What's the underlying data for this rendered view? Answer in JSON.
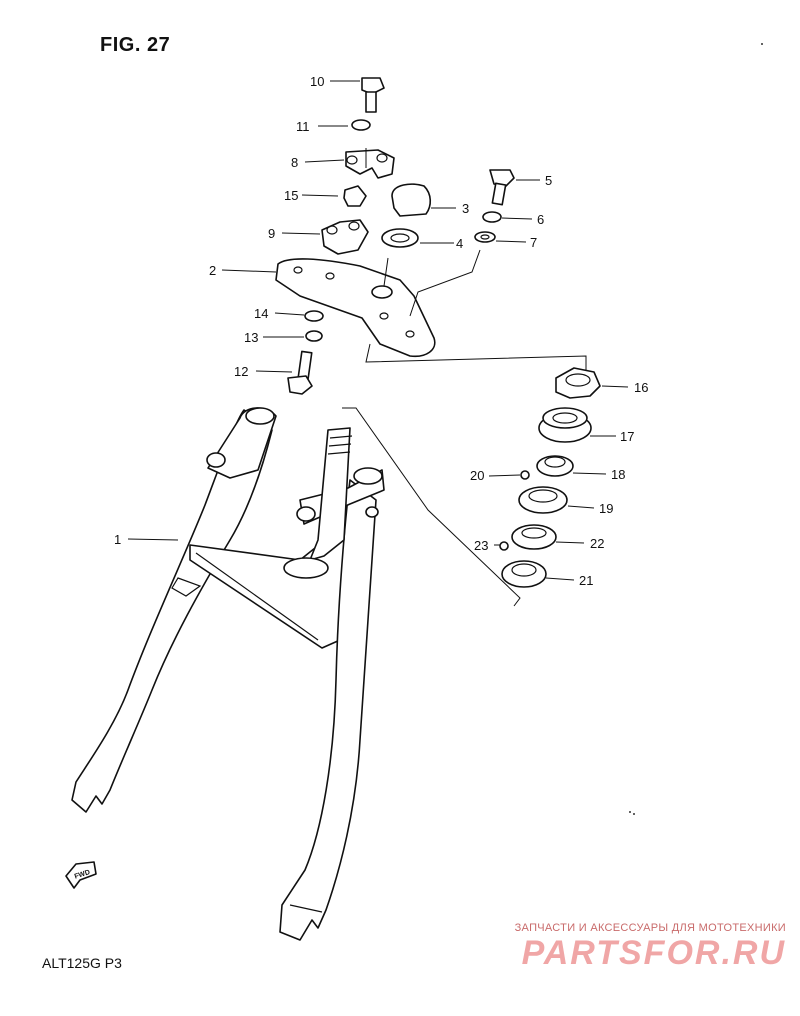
{
  "figure_label": "FIG. 27",
  "model_code": "ALT125G  P3",
  "watermark": {
    "tagline": "ЗАПЧАСТИ И АКСЕССУАРЫ ДЛЯ МОТОТЕХНИКИ",
    "brand": "PARTSFOR.RU"
  },
  "fwd_marker": "FWD",
  "callouts": [
    "1",
    "2",
    "3",
    "4",
    "5",
    "6",
    "7",
    "8",
    "9",
    "10",
    "11",
    "12",
    "13",
    "14",
    "15",
    "16",
    "17",
    "18",
    "19",
    "20",
    "21",
    "22",
    "23"
  ]
}
